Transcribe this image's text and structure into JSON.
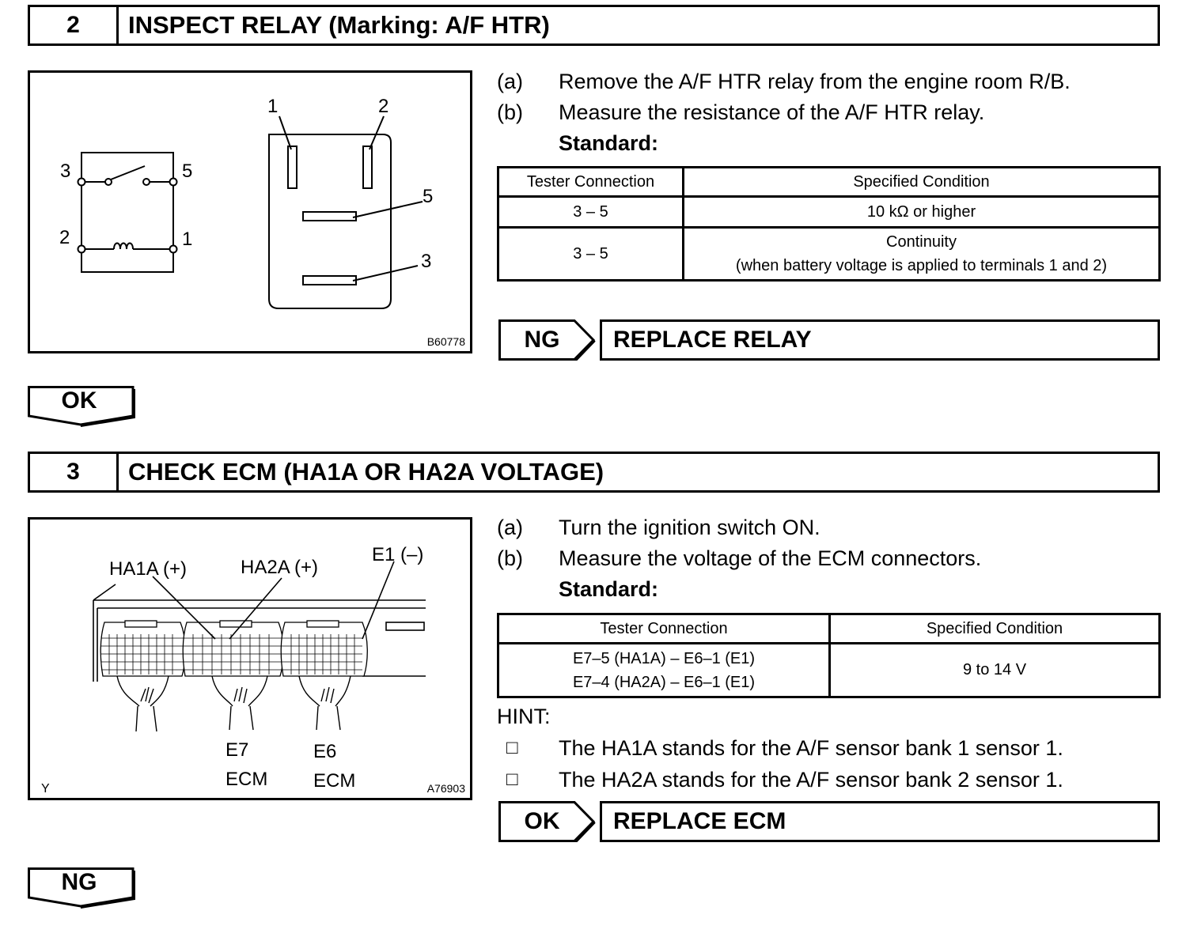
{
  "step2": {
    "number": "2",
    "title": "INSPECT RELAY (Marking: A/F HTR)",
    "figure": {
      "code": "B60778",
      "schematic_labels": {
        "t3": "3",
        "t5": "5",
        "t2": "2",
        "t1": "1"
      },
      "relay_labels": {
        "p1": "1",
        "p2": "2",
        "p5": "5",
        "p3": "3"
      }
    },
    "instructions": [
      {
        "label": "(a)",
        "text": "Remove the A/F HTR relay from the engine room R/B."
      },
      {
        "label": "(b)",
        "text": "Measure the resistance of the A/F HTR relay."
      }
    ],
    "standard_label": "Standard:",
    "table": {
      "headers": [
        "Tester Connection",
        "Specified Condition"
      ],
      "rows": [
        {
          "connection": "3 – 5",
          "condition": "10 kΩ or higher",
          "condition_note": ""
        },
        {
          "connection": "3 – 5",
          "condition": "Continuity",
          "condition_note": "(when battery voltage is applied to terminals 1 and 2)"
        }
      ]
    },
    "ng_label": "NG",
    "ng_action": "REPLACE RELAY",
    "ok_label": "OK"
  },
  "step3": {
    "number": "3",
    "title": "CHECK ECM (HA1A OR HA2A VOLTAGE)",
    "figure": {
      "code": "A76903",
      "corner_mark": "Y",
      "labels": {
        "ha1a": "HA1A (+)",
        "ha2a": "HA2A (+)",
        "e1": "E1 (–)",
        "e7": "E7",
        "e7_sub": "ECM",
        "e6": "E6",
        "e6_sub": "ECM"
      }
    },
    "instructions": [
      {
        "label": "(a)",
        "text": "Turn the ignition switch ON."
      },
      {
        "label": "(b)",
        "text": "Measure the voltage of the ECM connectors."
      }
    ],
    "standard_label": "Standard:",
    "table": {
      "headers": [
        "Tester Connection",
        "Specified Condition"
      ],
      "connections": [
        "E7–5 (HA1A) – E6–1 (E1)",
        "E7–4 (HA2A) – E6–1 (E1)"
      ],
      "condition": "9 to 14 V"
    },
    "hint_label": "HINT:",
    "hints": [
      {
        "bullet": "□",
        "text": "The HA1A stands for the A/F sensor bank 1 sensor 1."
      },
      {
        "bullet": "□",
        "text": "The HA2A stands for the A/F sensor bank 2 sensor 1."
      }
    ],
    "ok_label": "OK",
    "ok_action": "REPLACE ECM",
    "ng_label": "NG"
  }
}
